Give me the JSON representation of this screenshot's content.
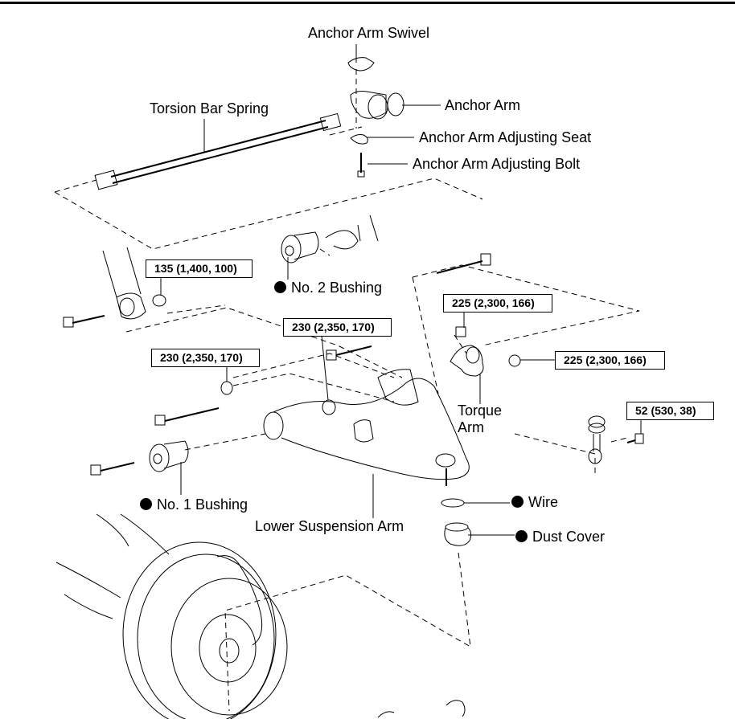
{
  "diagram": {
    "title": "Rear suspension exploded view",
    "parts": {
      "anchor_arm_swivel": "Anchor Arm Swivel",
      "anchor_arm": "Anchor Arm",
      "anchor_arm_adjusting_seat": "Anchor Arm Adjusting Seat",
      "anchor_arm_adjusting_bolt": "Anchor Arm Adjusting Bolt",
      "torsion_bar_spring": "Torsion Bar Spring",
      "no2_bushing": "No. 2 Bushing",
      "no1_bushing": "No. 1 Bushing",
      "torque_arm_line1": "Torque",
      "torque_arm_line2": "Arm",
      "lower_suspension_arm": "Lower Suspension Arm",
      "wire": "Wire",
      "dust_cover": "Dust Cover"
    },
    "non_reusable_marker": "black-dot-icon",
    "torque_specs": {
      "shock_bolt": "135 (1,400, 100)",
      "arm_upper_nut": "230 (2,350, 170)",
      "arm_lower_nut": "230 (2,350, 170)",
      "torque_arm_upper_nut": "225 (2,300, 166)",
      "torque_arm_side_nut": "225 (2,300, 166)",
      "stabilizer_link_nut": "52 (530, 38)"
    }
  }
}
